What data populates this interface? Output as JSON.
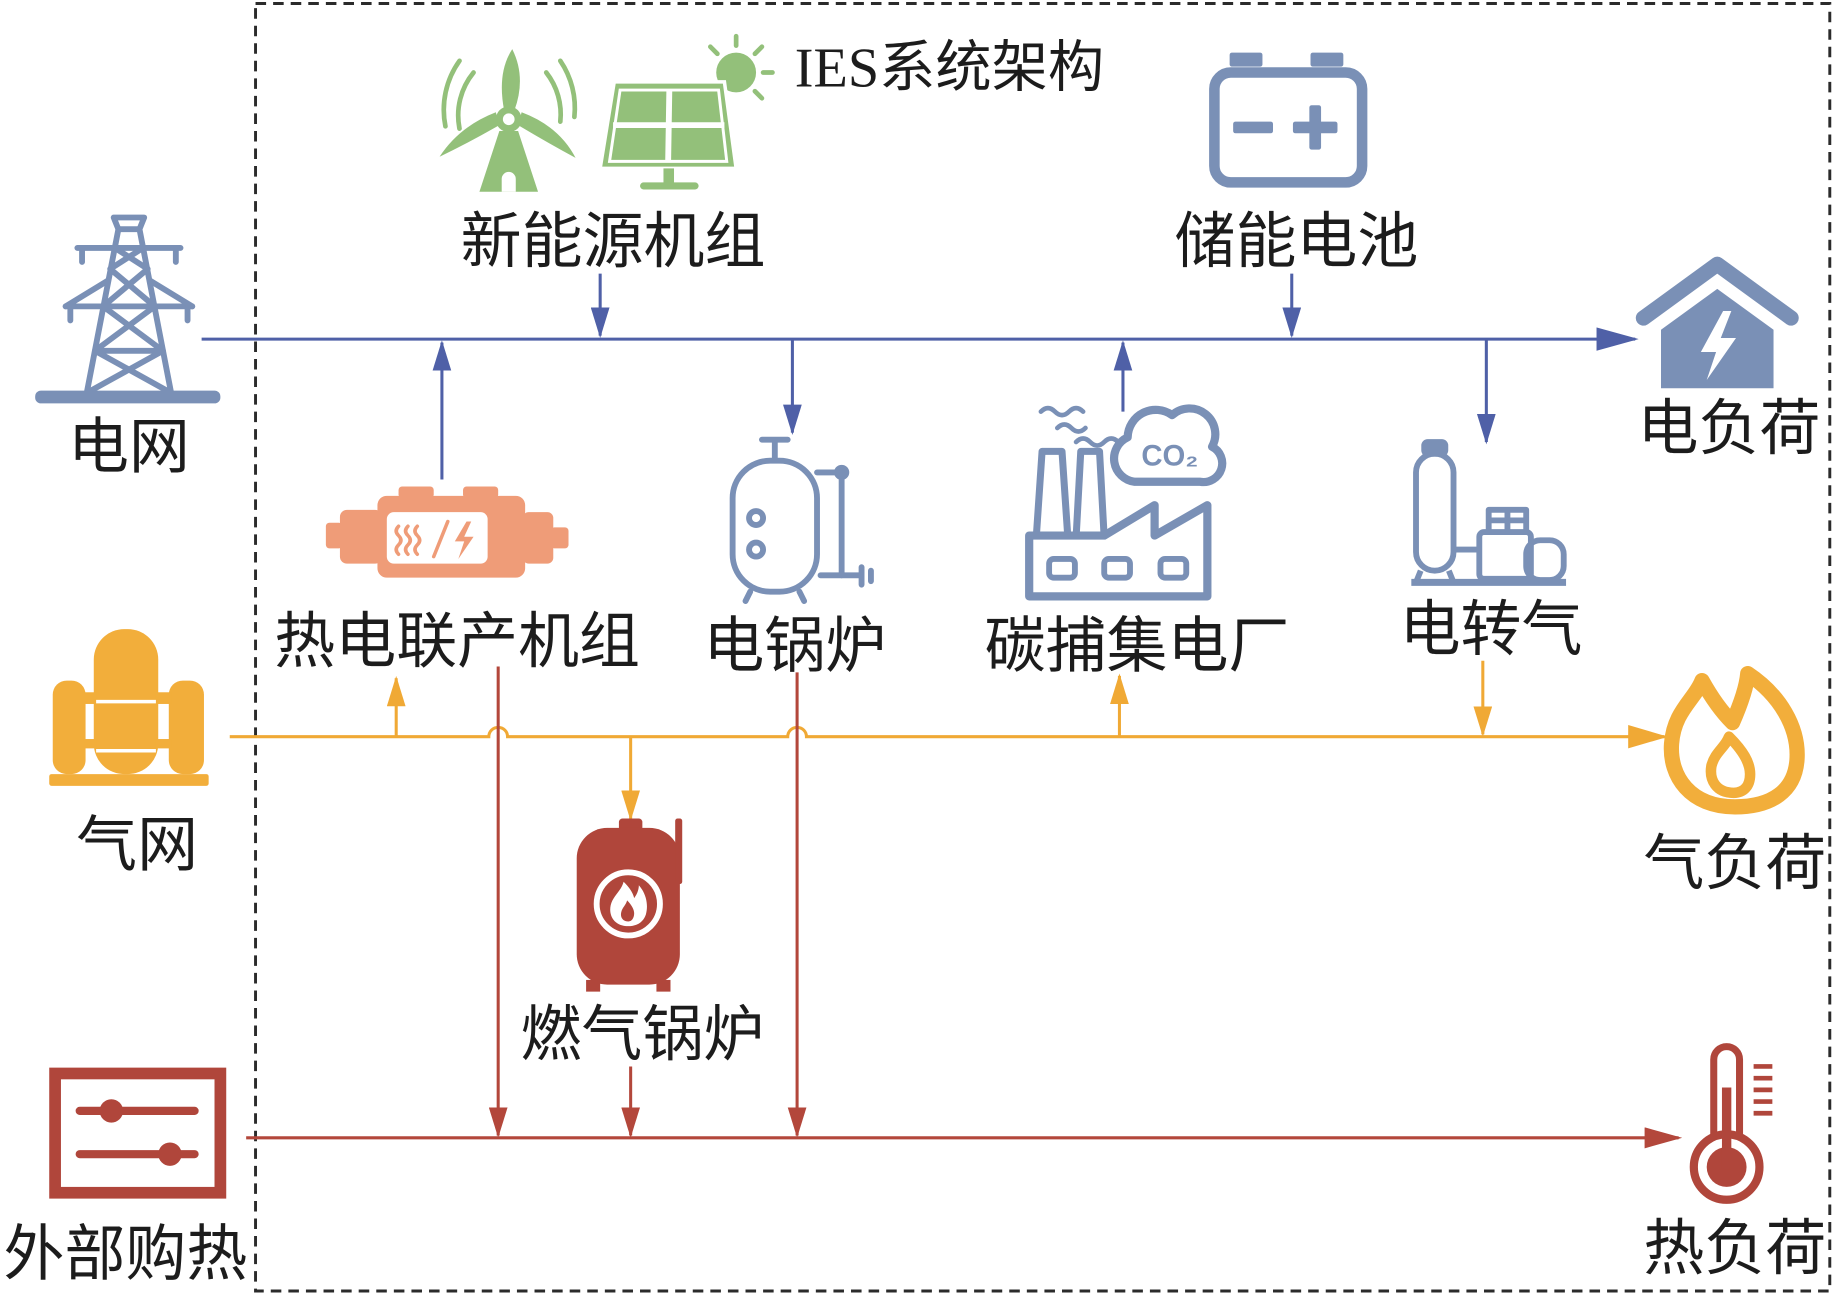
{
  "title": "IES系统架构",
  "colors": {
    "electric": "#4f60a7",
    "gas": "#f0a935",
    "heat": "#b3473b",
    "icon_blue": "#7a90b6",
    "icon_green": "#93c07a",
    "icon_orange": "#ef9c78",
    "icon_yellow": "#f2ae3b",
    "icon_red": "#b0463b",
    "frame": "#2b2b2b",
    "text": "#1c1c1c"
  },
  "external": {
    "grid": {
      "label": "电网",
      "icon": "transmission-tower-icon"
    },
    "gas_network": {
      "label": "气网",
      "icon": "gas-tank-icon"
    },
    "purchased_heat": {
      "label": "外部购热",
      "icon": "heat-exchanger-icon"
    }
  },
  "units": {
    "renewable": {
      "label": "新能源机组",
      "icons": [
        "wind-turbine-icon",
        "solar-panel-icon"
      ]
    },
    "storage": {
      "label": "储能电池",
      "icon": "battery-icon"
    },
    "chp": {
      "label": "热电联产机组",
      "icon": "engine-icon"
    },
    "electric_boiler": {
      "label": "电锅炉",
      "icon": "electric-boiler-icon"
    },
    "ccs_plant": {
      "label": "碳捕集电厂",
      "icon": "factory-co2-icon",
      "icon_text": "CO₂"
    },
    "p2g": {
      "label": "电转气",
      "icon": "power-to-gas-icon"
    },
    "gas_boiler": {
      "label": "燃气锅炉",
      "icon": "gas-boiler-icon"
    }
  },
  "loads": {
    "electric": {
      "label": "电负荷",
      "icon": "house-lightning-icon"
    },
    "gas": {
      "label": "气负荷",
      "icon": "flame-icon"
    },
    "heat": {
      "label": "热负荷",
      "icon": "thermometer-icon"
    }
  }
}
